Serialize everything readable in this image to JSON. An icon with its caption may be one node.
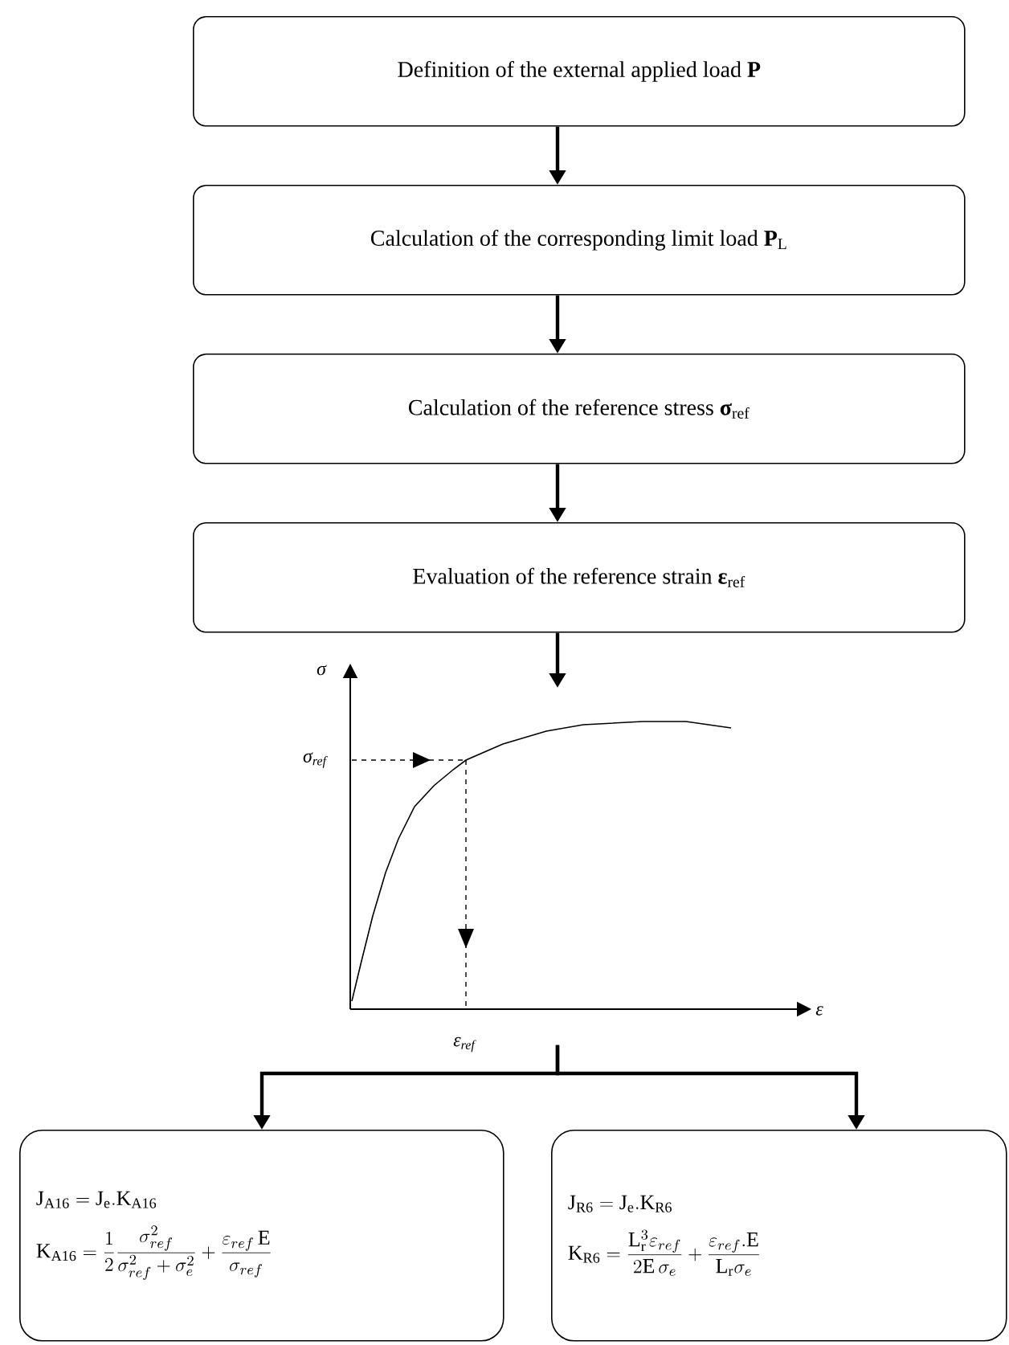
{
  "diagram": {
    "nodes": [
      {
        "text": [
          "Definition of the external applied load **P**"
        ]
      },
      {
        "text": [
          "Calculation of the corresponding limit load **P**$_{L}$"
        ]
      },
      {
        "text": [
          "Calculation of the reference stress **σ**$_{ref}$"
        ]
      },
      {
        "text": [
          "Evaluation of the reference strain **ε**$_{ref}$"
        ]
      },
      {
        "text": [],
        "shape": "picture",
        "beside": [
          "σ",
          "σ$_{ref}$",
          "ε$_{ref}$",
          "ε"
        ]
      },
      {
        "text": [
          "\\mathrm{J}_{\\mathrm{A16}} = \\mathrm{J}_{\\mathrm{e}}.\\mathrm{K}_{\\mathrm{A16}}",
          "\\mathrm{K}_{\\mathrm{A16}}=\\frac{1}{2}\\frac{\\sigma_{ref}^{2}}{\\sigma_{ref}^{2}+\\sigma_{e}^{2}}+\\frac{\\varepsilon_{ref}\\,\\mathrm{E}}{\\sigma_{ref}}"
        ]
      },
      {
        "text": [
          "\\mathrm{J}_{\\mathrm{R6}} = \\mathrm{J}_{\\mathrm{e}}.\\mathrm{K}_{\\mathrm{R6}}",
          "\\mathrm{K}_{\\mathrm{R6}}=\\frac{\\mathrm{L}_{\\mathrm{r}}^{3}\\varepsilon_{ref}}{2\\mathrm{E}\\,\\sigma_{e}}+\\frac{\\varepsilon_{ref}.\\mathrm{E}}{\\mathrm{L}_{\\mathrm{r}}\\sigma_{e}}"
        ]
      }
    ],
    "edges": [
      {
        "from": 0,
        "to": 1,
        "arrow": "to"
      },
      {
        "from": 1,
        "to": 2,
        "arrow": "to"
      },
      {
        "from": 2,
        "to": 3,
        "arrow": "to"
      },
      {
        "from": 3,
        "to": 4,
        "arrow": "to"
      },
      {
        "from": 4,
        "to": 5,
        "arrow": "to"
      },
      {
        "from": 4,
        "to": 6,
        "arrow": "to"
      }
    ]
  }
}
